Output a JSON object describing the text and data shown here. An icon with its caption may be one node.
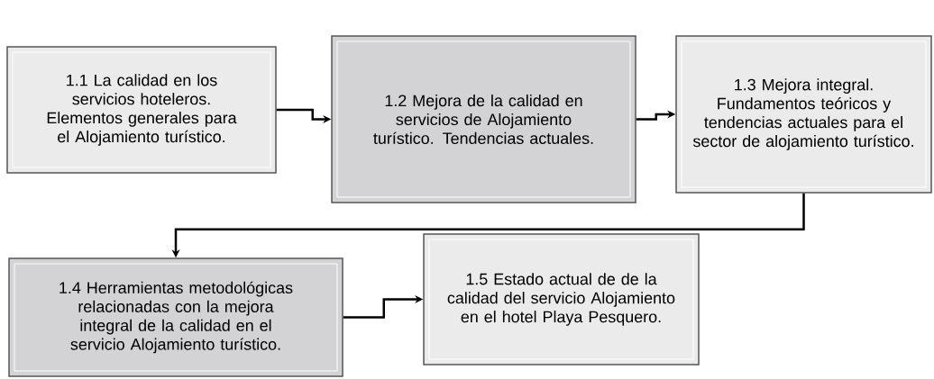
{
  "diagram": {
    "nodes": [
      {
        "text": [
          "1.1 La calidad en los servicios hoteleros. Elementos generales para el Alojamiento turístico."
        ]
      },
      {
        "text": [
          "1.2 Mejora de la calidad en servicios de Alojamiento turístico. Tendencias actuales."
        ]
      },
      {
        "text": [
          "1.3 Mejora integral. Fundamentos teóricos y tendencias actuales para el sector de alojamiento turístico."
        ]
      },
      {
        "text": [
          "1.4 Herramientas metodológicas relacionadas con la mejora integral de la calidad en el servicio Alojamiento turístico."
        ]
      },
      {
        "text": [
          "1.5 Estado actual de de la calidad del servicio Alojamiento en el hotel Playa Pesquero."
        ]
      }
    ],
    "edges": [
      {
        "from": 0,
        "to": 1,
        "arrow": "to"
      },
      {
        "from": 1,
        "to": 2,
        "arrow": "to"
      },
      {
        "from": 2,
        "to": 3,
        "arrow": "to"
      },
      {
        "from": 3,
        "to": 4,
        "arrow": "to"
      }
    ]
  }
}
